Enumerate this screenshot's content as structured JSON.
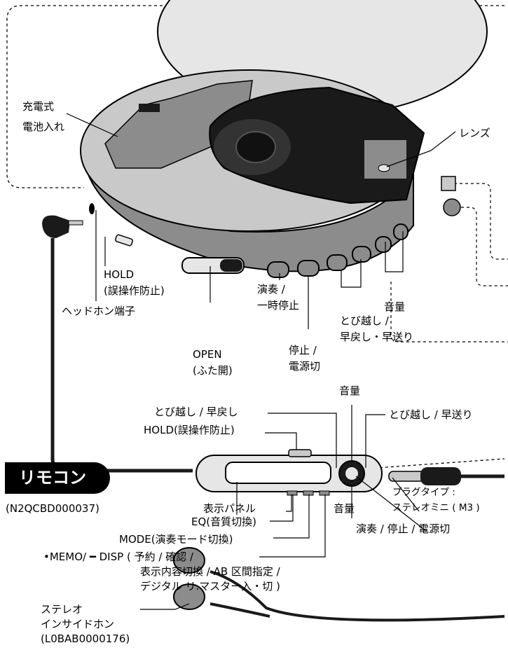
{
  "labels": {
    "battery": [
      "充電式",
      "電池入れ"
    ],
    "lens": "レンズ",
    "hold": [
      "HOLD",
      "(誤操作防止)"
    ],
    "headphone_jack": "ヘッドホン端子",
    "play_pause": [
      "演奏 /",
      "一時停止"
    ],
    "volume_unit": "音量",
    "skip": [
      "とび越し /",
      "早戻し・早送り"
    ],
    "open": [
      "OPEN",
      "(ふた開)"
    ],
    "stop_power": [
      "停止 /",
      "電源切"
    ]
  },
  "remote": {
    "title": "リモコン",
    "model": "(N2QCBD000037)",
    "volume_top": "音量",
    "volume_bottom": "音量",
    "skip_back": "とび越し / 早戻し",
    "skip_forward": "とび越し / 早送り",
    "hold": "HOLD(誤操作防止)",
    "display_panel": "表示パネル",
    "eq": "EQ(音質切換)",
    "mode": "MODE(演奏モード切換)",
    "memo_disp": [
      "•MEMO/ ━ DISP ( 予約 / 確認 /",
      "表示内容切換 / AB 区間指定 /",
      "デジタル リ.マスター入・切 )"
    ],
    "play_stop_power": "演奏 / 停止 / 電源切",
    "plug_type": [
      "プラグタイプ :",
      "ステレオミニ ( M3 )"
    ]
  },
  "earphones": {
    "name": [
      "ステレオ",
      "インサイドホン",
      "(L0BAB0000176)"
    ]
  },
  "colors": {
    "body": "#c9c9c9",
    "dark": "#1a1a1a",
    "lid": "#e6e6e6"
  }
}
